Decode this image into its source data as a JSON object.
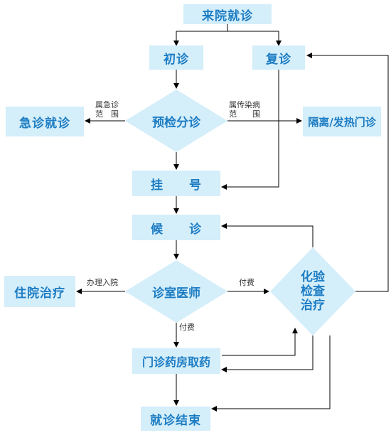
{
  "diagram": {
    "nodes": {
      "arrive": "来院就诊",
      "first_visit": "初诊",
      "return_visit": "复诊",
      "emergency": "急诊就诊",
      "triage": "预检分诊",
      "isolation": "隔离/发热门诊",
      "register": "挂　　号",
      "waiting": "候　　诊",
      "hospitalize": "住院治疗",
      "consult": "诊室医师",
      "lab": "化验\n检查\n治疗",
      "pharmacy": "门诊药房取药",
      "end": "就诊结束"
    },
    "edge_labels": {
      "emergency_a": "属急诊",
      "emergency_b": "范　围",
      "infectious_a": "属传染病",
      "infectious_b": "范　　围",
      "admit": "办理入院",
      "pay_lab": "付费",
      "pay_pharmacy": "付费"
    },
    "colors": {
      "node_fill": "#d4eefa",
      "node_text": "#1c7cc3",
      "arrow": "#000000"
    }
  }
}
